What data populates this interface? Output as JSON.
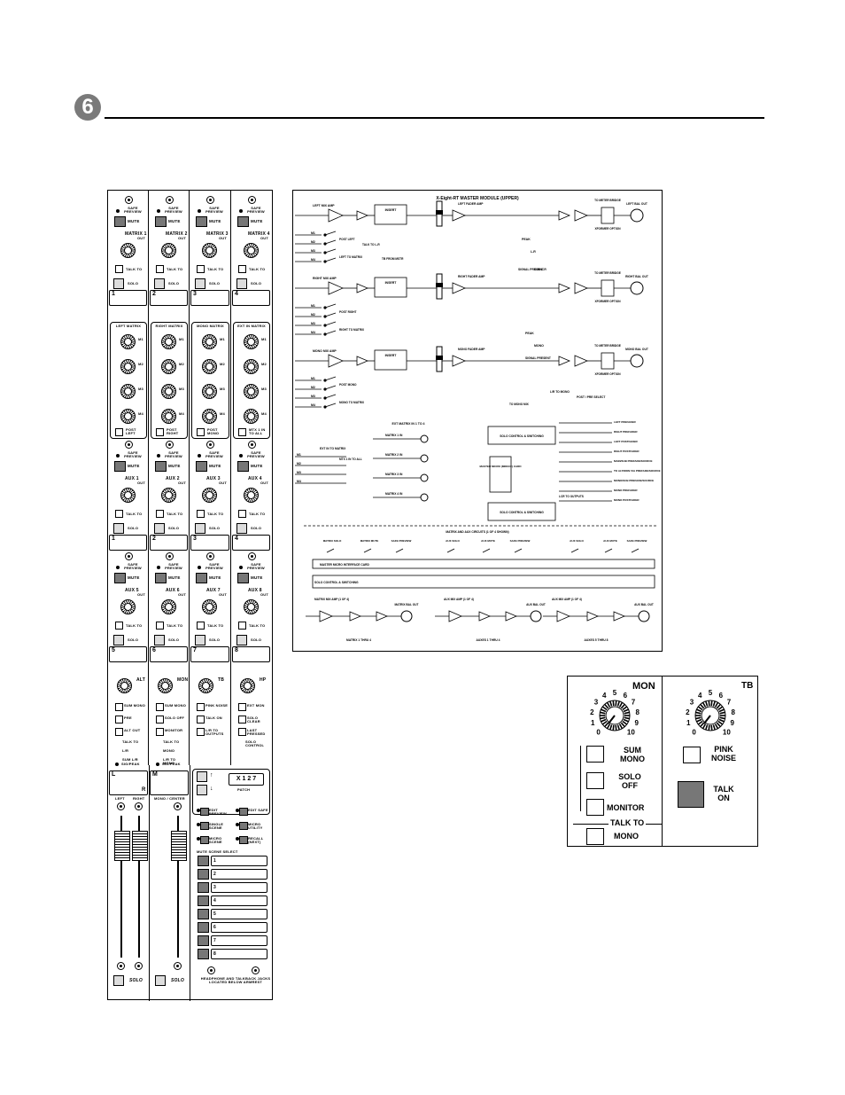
{
  "section_number": "6",
  "console": {
    "matrix_strips": [
      {
        "title": "MATRIX 1",
        "out": "OUT",
        "safe": "SAFE PREVIEW",
        "mute": "MUTE",
        "talk": "TALK TO",
        "solo": "SOLO",
        "number": "1"
      },
      {
        "title": "MATRIX 2",
        "out": "OUT",
        "safe": "SAFE PREVIEW",
        "mute": "MUTE",
        "talk": "TALK TO",
        "solo": "SOLO",
        "number": "2"
      },
      {
        "title": "MATRIX 3",
        "out": "OUT",
        "safe": "SAFE PREVIEW",
        "mute": "MUTE",
        "talk": "TALK TO",
        "solo": "SOLO",
        "number": "3"
      },
      {
        "title": "MATRIX 4",
        "out": "OUT",
        "safe": "SAFE PREVIEW",
        "mute": "MUTE",
        "talk": "TALK TO",
        "solo": "SOLO",
        "number": "4"
      }
    ],
    "matrix_sources": [
      {
        "title": "LEFT MATRIX",
        "post": "POST LEFT"
      },
      {
        "title": "RIGHT MATRIX",
        "post": "POST RIGHT"
      },
      {
        "title": "MONO MATRIX",
        "post": "POST MONO"
      },
      {
        "title": "EXT IN MATRIX",
        "post": "MTX 1 IN TO ALL"
      }
    ],
    "aux_strips_a": [
      {
        "title": "AUX 1",
        "out": "OUT",
        "number": "1"
      },
      {
        "title": "AUX 2",
        "out": "OUT",
        "number": "2"
      },
      {
        "title": "AUX 3",
        "out": "OUT",
        "number": "3"
      },
      {
        "title": "AUX 4",
        "out": "OUT",
        "number": "4"
      }
    ],
    "aux_strips_b": [
      {
        "title": "AUX 5",
        "out": "OUT",
        "number": "5"
      },
      {
        "title": "AUX 6",
        "out": "OUT",
        "number": "6"
      },
      {
        "title": "AUX 7",
        "out": "OUT",
        "number": "7"
      },
      {
        "title": "AUX 8",
        "out": "OUT",
        "number": "8"
      }
    ],
    "monitor_row": [
      {
        "title": "ALT",
        "buttons": [
          "SUM MONO",
          "PRE",
          "ALT OUT"
        ],
        "extra": [
          "TALK TO",
          "L/R",
          "SUM L/R"
        ],
        "meter": "SIG/PEAK"
      },
      {
        "title": "MON",
        "buttons": [
          "SUM MONO",
          "SOLO OFF",
          "MONITOR"
        ],
        "extra": [
          "TALK TO",
          "MONO",
          "L/R TO MONO"
        ],
        "meter": "SIG/PEAK"
      },
      {
        "title": "TB",
        "buttons": [
          "PINK NOISE",
          "TALK ON",
          "L/R TO OUTPUTS"
        ]
      },
      {
        "title": "HP",
        "buttons": [
          "EXT MON",
          "SOLO CLEAR",
          "LAST PRESSED"
        ],
        "extra": [
          "SOLO CONTROL"
        ]
      }
    ],
    "master": {
      "l_label": "L",
      "r_label": "R",
      "m_label": "M",
      "left": "LEFT",
      "right": "RIGHT",
      "mono_center": "MONO / CENTER",
      "solo": "SOLO",
      "patch_title": "X 1 2 7",
      "patch": "PATCH",
      "scene_buttons": [
        "EDIT PREVIEW",
        "EDIT SAFE",
        "SINGLE SCENE",
        "MICRO UTILITY",
        "MICRO SCENE",
        "RECALL (NEXT)"
      ],
      "mute_scene_select": "MUTE SCENE SELECT",
      "scenes": [
        "1",
        "2",
        "3",
        "4",
        "5",
        "6",
        "7",
        "8"
      ],
      "jack_note": "HEADPHONE AND TALKBACK JACKS LOCATED BELOW ARMREST"
    }
  },
  "diagram": {
    "title": "X-Eight-RT MASTER MODULE (UPPER)",
    "labels": {
      "left_mix": "LEFT MIX AMP",
      "right_mix": "RIGHT MIX AMP",
      "mono_mix": "MONO MIX AMP",
      "insert": "INSERT",
      "left_fader": "LEFT FADER AMP",
      "right_fader": "RIGHT FADER AMP",
      "mono_fader": "MONO FADER AMP",
      "left_bal": "LEFT BAL OUT",
      "right_bal": "RIGHT BAL OUT",
      "mono_bal": "MONO BAL OUT",
      "xformer": "XFORMER OPTION",
      "to_meter": "TO METER BRIDGE",
      "peak": "PEAK",
      "lr": "L-R",
      "sum_lr": "SUM L-R",
      "signal_present": "SIGNAL PRESENT",
      "mono": "MONO",
      "post_left": "POST LEFT",
      "post_right": "POST RIGHT",
      "post_mono": "POST MONO",
      "left_to_matrix": "LEFT TO MATRIX",
      "right_to_matrix": "RIGHT TO MATRIX",
      "mono_to_matrix": "MONO TO MATRIX",
      "talk_to_lr": "TALK TO L-R",
      "tb_from_matrix": "TB FROM MSTR",
      "m_inputs": [
        "M1",
        "M2",
        "M3",
        "M4"
      ],
      "ext_matrix": "EXT MATRIX IN 1 TO 4",
      "ext_in_to_matrix": "EXT IN TO MATRIX",
      "mtx1_to_all": "MTX 1 IN TO ALL",
      "matrix_ins": [
        "MATRIX 1 IN",
        "MATRIX 2 IN",
        "MATRIX 3 IN",
        "MATRIX 4 IN"
      ],
      "solo_control": "SOLO CONTROL & SWITCHING",
      "master_micro": "MASTER MICRO (MIDI/CF) CARD",
      "post_pre": "POST / PRE SELECT",
      "lr_to_mono": "L/R TO MONO",
      "to_mono_mix": "TO MONO MIX",
      "lcr_outputs": "LCR TO OUTPUTS",
      "matrix_aux_circuits": "MATRIX AND AUX CIRCUITS (1 OF 4 SHOWN)",
      "master_micro_interface": "MASTER MICRO INTERFACE CARD",
      "solo_control2": "SOLO CONTROL & SWITCHING",
      "matrix_mix": "MATRIX MIX AMP (1 OF 4)",
      "aux_mix": "AUX MIX AMP (1 OF 4)",
      "aux_mix2": "AUX MIX AMP (1 OF 4)",
      "matrix_thru": "MATRIX 1 THRU 4",
      "aux_thru": "AUXES 1 THRU 4",
      "aux_thru2": "AUXES 5 THRU 8",
      "matrix_bal": "MATRIX BAL OUT",
      "aux_bal": "AUX BAL OUT",
      "aux_bal2": "AUX BAL OUT",
      "mute_labels": [
        "MATRIX SOLO",
        "MATRIX MUTE",
        "SAFE PREVIEW",
        "AUX SOLO",
        "AUX MUTE",
        "SAFE PREVIEW",
        "AUX SOLO",
        "AUX MUTE",
        "SAFE PREVIEW"
      ],
      "right_outputs": [
        "LEFT PREFADER",
        "RIGHT PREFADER",
        "LEFT POSTFADER",
        "RIGHT POSTFADER",
        "MAIN/SUB PREFADE/SOURCE",
        "TO ALT/MON VIA PREFADE/SOURCE",
        "MONO/SUB PREFADE/SOURCE",
        "MONO PREFADER",
        "MONO POSTFADER"
      ]
    }
  },
  "detail": {
    "mon": "MON",
    "tb": "TB",
    "mon_scale": [
      "0",
      "1",
      "2",
      "3",
      "4",
      "5",
      "6",
      "7",
      "8",
      "9",
      "10"
    ],
    "tb_scale": [
      "0",
      "1",
      "2",
      "3",
      "4",
      "5",
      "6",
      "7",
      "8",
      "9",
      "10"
    ],
    "sum_mono": "SUM MONO",
    "solo_off": "SOLO OFF",
    "monitor": "MONITOR",
    "talk_to": "TALK TO",
    "mono": "MONO",
    "pink_noise": "PINK NOISE",
    "talk_on": "TALK ON"
  }
}
